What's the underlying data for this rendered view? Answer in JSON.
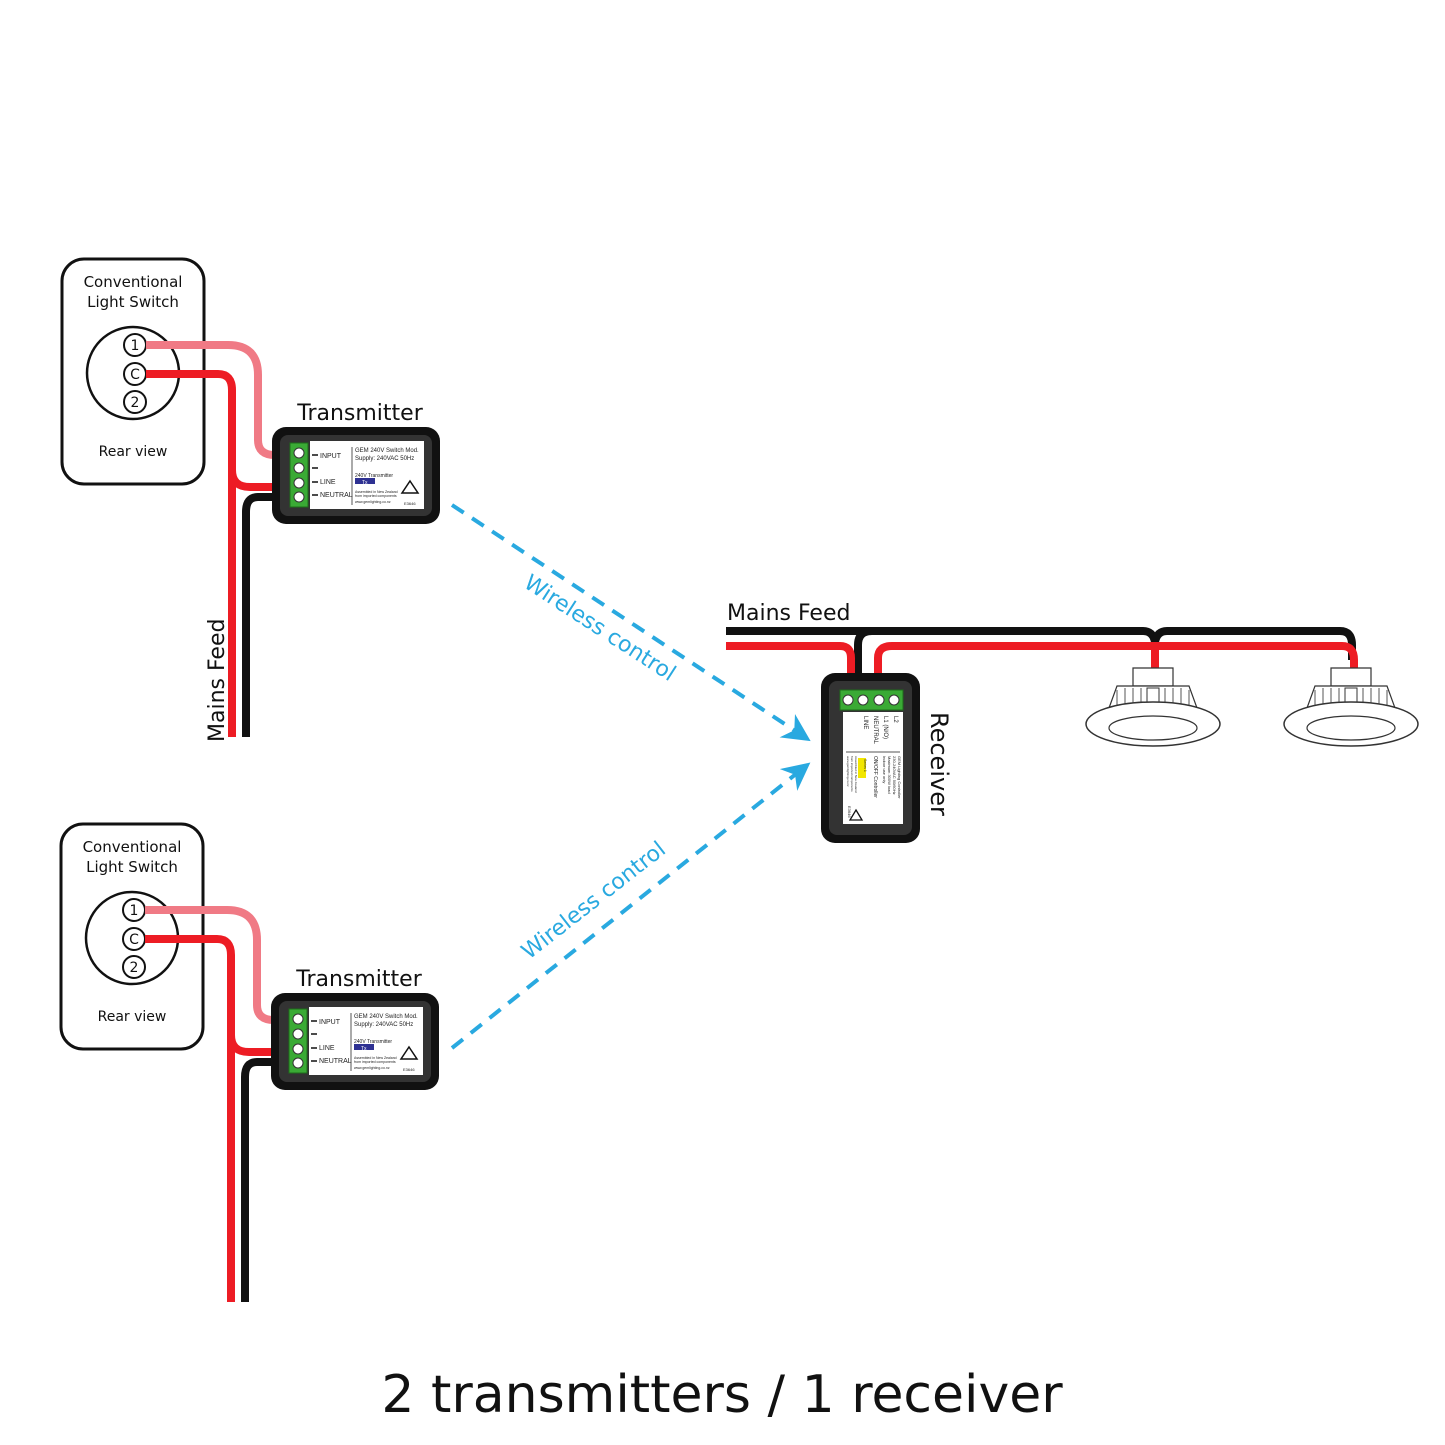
{
  "title": "2 transmitters / 1 receiver",
  "colors": {
    "live": "#ed1c24",
    "switched": "#f07a85",
    "neutral": "#111111",
    "wireless": "#29a9e0",
    "terminal": "#3aaa35"
  },
  "switches": [
    {
      "title_line1": "Conventional",
      "title_line2": "Light Switch",
      "terminals": [
        "1",
        "C",
        "2"
      ],
      "view": "Rear view"
    },
    {
      "title_line1": "Conventional",
      "title_line2": "Light Switch",
      "terminals": [
        "1",
        "C",
        "2"
      ],
      "view": "Rear view"
    }
  ],
  "transmitter": {
    "label": "Transmitter",
    "terminals": [
      "INPUT",
      "",
      "LINE",
      "NEUTRAL"
    ],
    "model": "GEM 240V Switch Mod.",
    "supply": "Supply:  240VAC 50Hz",
    "type": "240V Transmitter",
    "badge": "Tx",
    "assembled": "Assembled in New Zealand",
    "assembled2": "from imported components",
    "website": "www.gemlighting.co.nz",
    "cert": "E3646"
  },
  "receiver": {
    "label": "Receiver",
    "terminals": [
      "L2",
      "L1 (N/O)",
      "NEUTRAL",
      "LINE"
    ],
    "model": "GEM Lighting Controller",
    "supply": "230-240VAC 50/60Hz",
    "load": "Maximum 300W load",
    "indoor": "Indoor use only",
    "type": "ON/OFF Controller",
    "badge": "Series 1",
    "assembled": "Assembled in New Zealand",
    "assembled2": "from imported components",
    "website": "www.gemlighting.co.nz",
    "cert": "E3646"
  },
  "mains_feed_label": "Mains Feed",
  "wireless_label": "Wireless control"
}
